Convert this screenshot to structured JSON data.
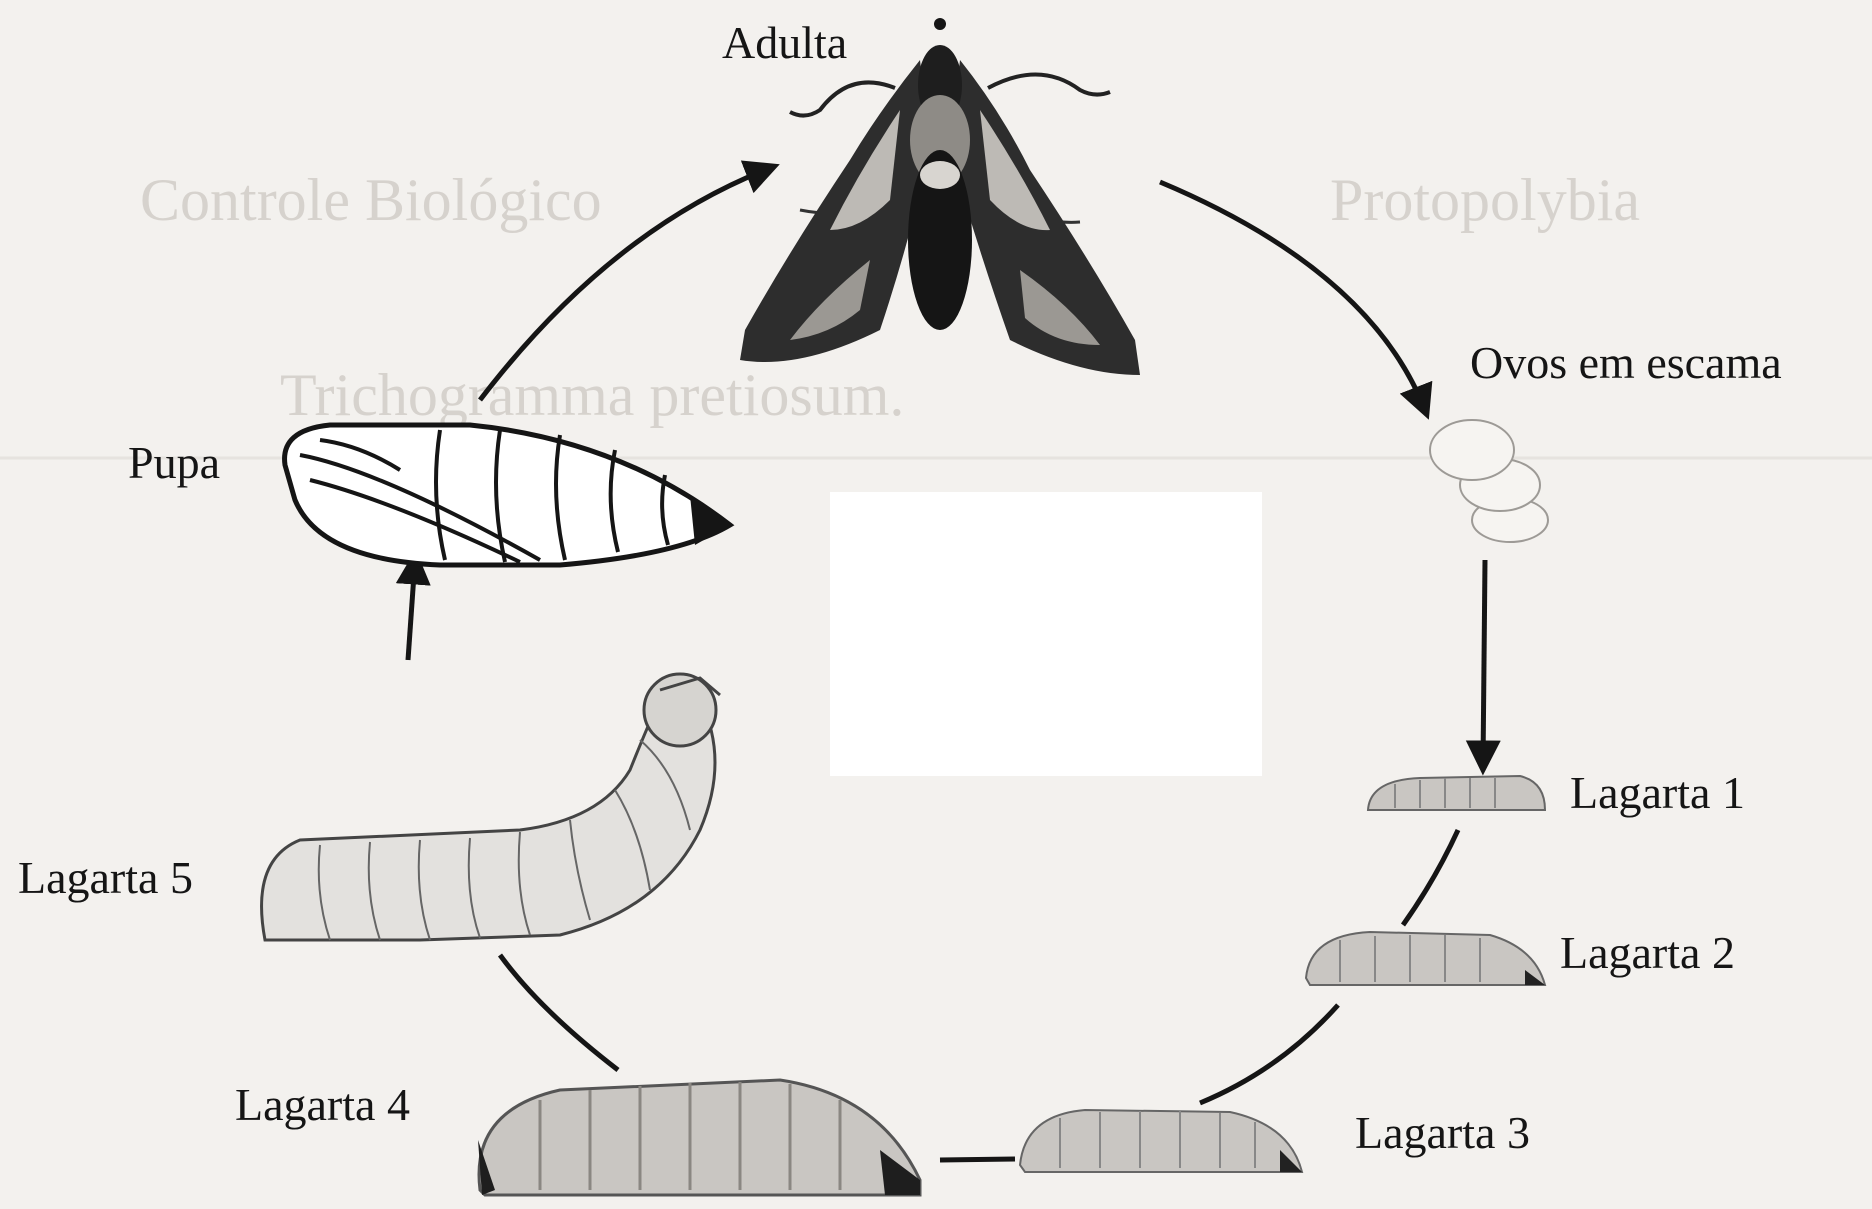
{
  "labels": {
    "adulta": "Adulta",
    "ovos": "Ovos em escama",
    "pupa": "Pupa",
    "lagarta1": "Lagarta 1",
    "lagarta2": "Lagarta 2",
    "lagarta3": "Lagarta 3",
    "lagarta4": "Lagarta 4",
    "lagarta5": "Lagarta 5"
  },
  "colors": {
    "background": "#f3f1ee",
    "ink": "#151515",
    "larva": "#c9c6c2",
    "moth_dark": "#2a2a2a",
    "moth_light": "#bdbab5",
    "bleed_text": "#d6d2cd"
  },
  "bleed_through_text": [
    "Controle Biológico",
    "Trichogramma pretiosum.",
    "Protopolybia"
  ],
  "icons": [
    "moth-adult-icon",
    "egg-scale-icon",
    "larva-icon",
    "pupa-icon",
    "arrow-icon"
  ]
}
